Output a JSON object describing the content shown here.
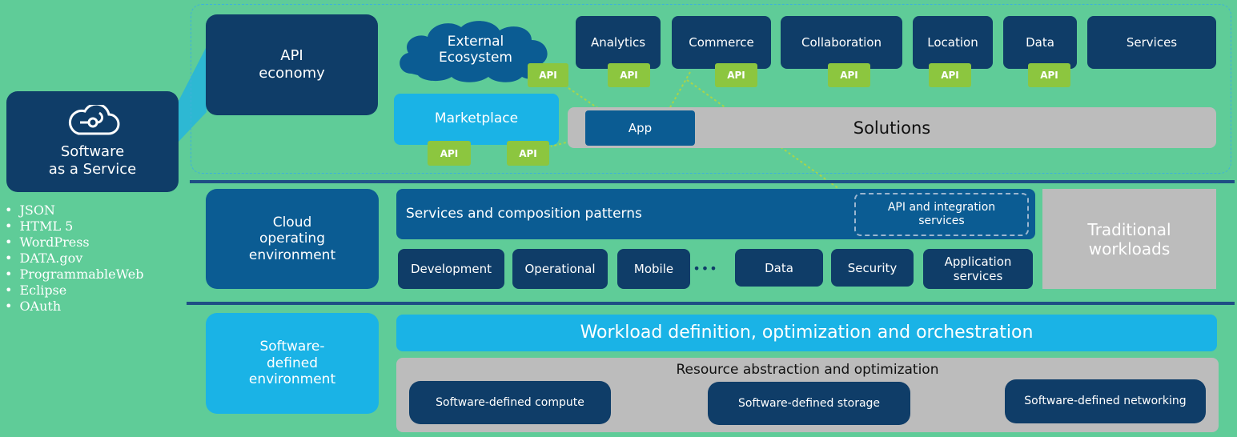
{
  "saas": {
    "title_line1": "Software",
    "title_line2": "as a Service",
    "icon": "cloud-icon"
  },
  "list_items": [
    "JSON",
    "HTML 5",
    "WordPress",
    "DATA.gov",
    "ProgrammableWeb",
    "Eclipse",
    "OAuth"
  ],
  "api_economy": {
    "label_line1": "API",
    "label_line2": "economy",
    "external_line1": "External",
    "external_line2": "Ecosystem",
    "marketplace": "Marketplace",
    "tiles": [
      "Analytics",
      "Commerce",
      "Collaboration",
      "Location",
      "Data",
      "Services"
    ],
    "api_label": "API",
    "app": "App",
    "solutions": "Solutions"
  },
  "cloud_env": {
    "label_line1": "Cloud",
    "label_line2": "operating",
    "label_line3": "environment",
    "services_patterns": "Services and composition patterns",
    "api_integration_line1": "API and integration",
    "api_integration_line2": "services",
    "traditional_line1": "Traditional",
    "traditional_line2": "workloads",
    "tiles": [
      "Development",
      "Operational",
      "Mobile",
      "Data",
      "Security"
    ],
    "ellipsis": "•••",
    "app_services_line1": "Application",
    "app_services_line2": "services"
  },
  "sd_env": {
    "label_line1": "Software-",
    "label_line2": "defined",
    "label_line3": "environment",
    "workload": "Workload definition, optimization and orchestration",
    "resource": "Resource abstraction and optimization",
    "compute": "Software-defined compute",
    "storage": "Software-defined storage",
    "networking": "Software-defined networking"
  },
  "colors": {
    "background": "#5fcc98",
    "dark_blue": "#0f3d68",
    "mid_blue": "#0b5c93",
    "sky_blue": "#1ab3e6",
    "api_green": "#8cc63f",
    "gray": "#bcbcbc"
  }
}
